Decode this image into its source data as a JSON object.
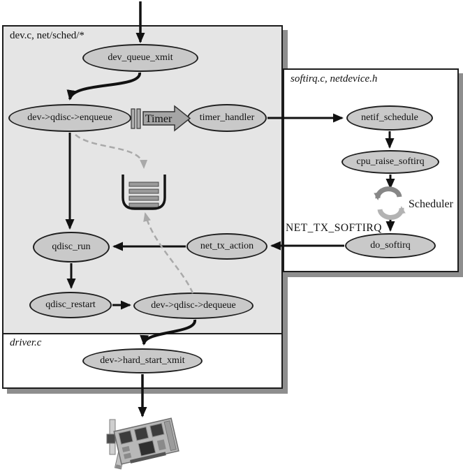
{
  "boxes": {
    "dev": {
      "label": "dev.c, net/sched/*"
    },
    "softirq": {
      "label": "softirq.c, netdevice.h"
    },
    "driver": {
      "label": "driver.c"
    }
  },
  "nodes": {
    "dev_queue_xmit": {
      "label": "dev_queue_xmit"
    },
    "enqueue": {
      "label": "dev->qdisc->enqueue"
    },
    "timer_handler": {
      "label": "timer_handler"
    },
    "netif_schedule": {
      "label": "netif_schedule"
    },
    "cpu_raise_softirq": {
      "label": "cpu_raise_softirq"
    },
    "do_softirq": {
      "label": "do_softirq"
    },
    "net_tx_action": {
      "label": "net_tx_action"
    },
    "qdisc_run": {
      "label": "qdisc_run"
    },
    "qdisc_restart": {
      "label": "qdisc_restart"
    },
    "dequeue": {
      "label": "dev->qdisc->dequeue"
    },
    "hard_start_xmit": {
      "label": "dev->hard_start_xmit"
    }
  },
  "annotations": {
    "timer": "Timer",
    "scheduler": "Scheduler",
    "net_tx_softirq": "NET_TX_SOFTIRQ"
  },
  "icons": {
    "timer_block_arrow": "right-block-arrow",
    "delay_bars": "pause-bars",
    "packet_queue": "queue-bucket",
    "scheduler_loop": "circular-arrows",
    "nic": "network-interface-card"
  },
  "colors": {
    "box_fill": "#e5e5e5",
    "node_fill": "#c9c9c9",
    "shadow": "#8e8e8e",
    "arrow": "#111111",
    "dashed_arrow": "#a9a9a9",
    "timer_fill": "#a5a5a5"
  }
}
